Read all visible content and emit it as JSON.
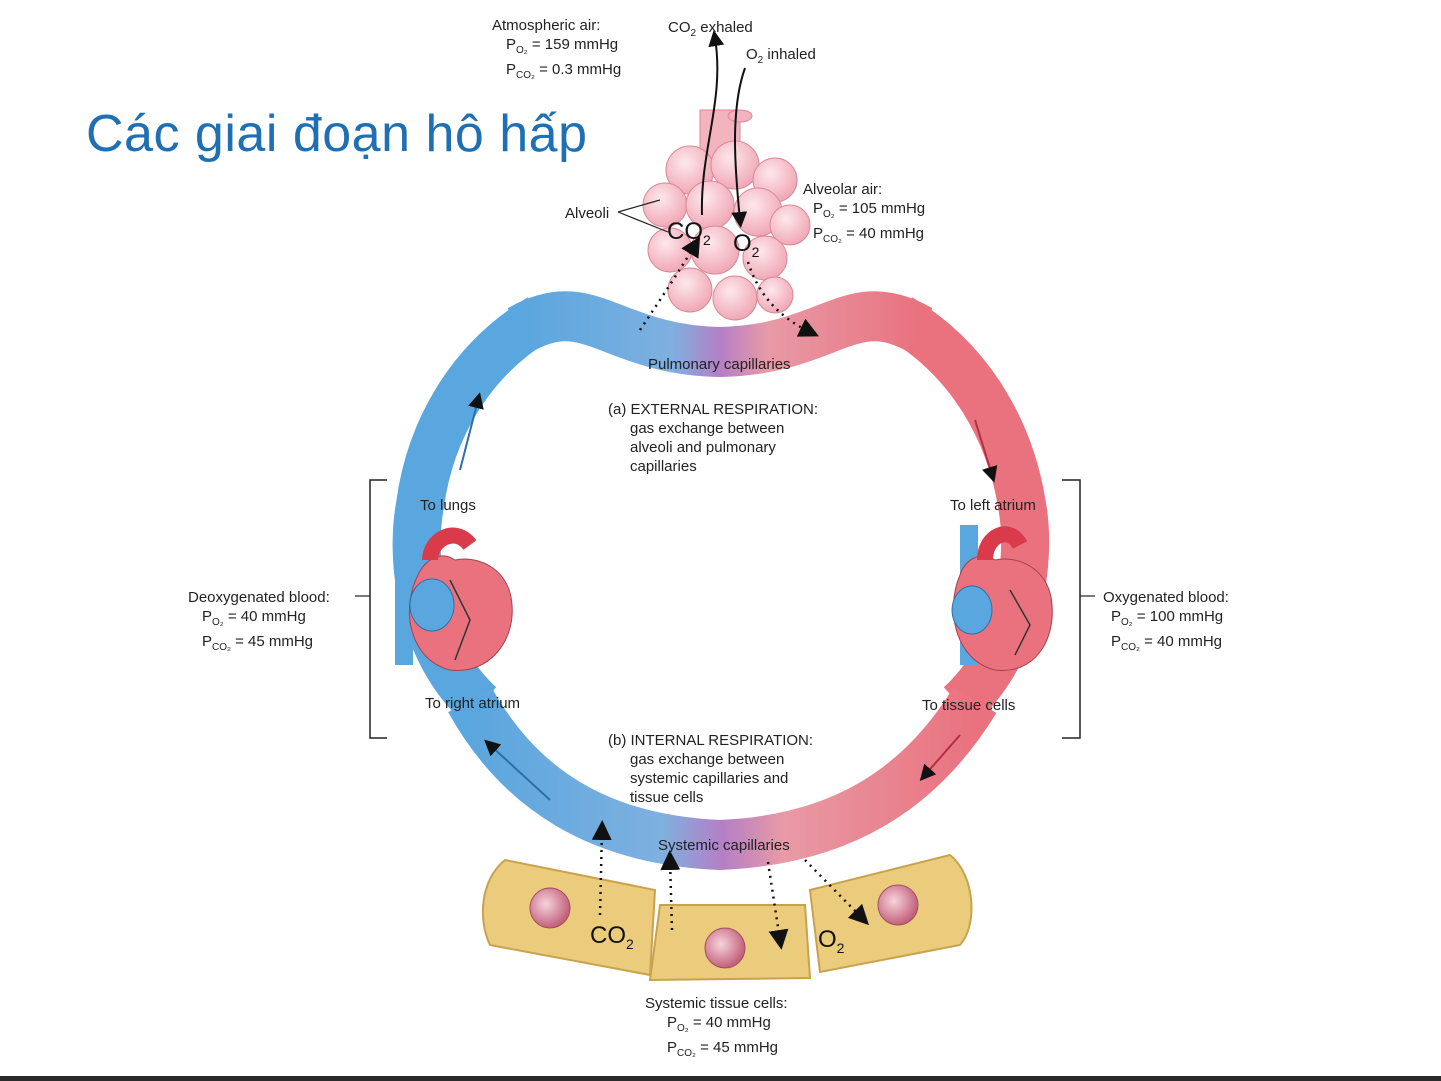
{
  "title": "Các giai đoạn hô hấp",
  "atmospheric": {
    "label": "Atmospheric air:",
    "po2": "= 159 mmHg",
    "pco2": "= 0.3 mmHg"
  },
  "co2_exhaled": "exhaled",
  "o2_inhaled": "inhaled",
  "alveoli_label": "Alveoli",
  "alveolar": {
    "label": "Alveolar air:",
    "po2": "= 105 mmHg",
    "pco2": "= 40 mmHg"
  },
  "pulmonary_caps": "Pulmonary capillaries",
  "external": {
    "title": "(a) EXTERNAL RESPIRATION:",
    "l1": "gas exchange between",
    "l2": "alveoli and pulmonary",
    "l3": "capillaries"
  },
  "to_lungs": "To lungs",
  "to_left_atrium": "To left atrium",
  "to_right_atrium": "To right atrium",
  "to_tissue_cells": "To tissue cells",
  "deoxy": {
    "label": "Deoxygenated blood:",
    "po2": "= 40 mmHg",
    "pco2": "= 45 mmHg"
  },
  "oxy": {
    "label": "Oxygenated blood:",
    "po2": "= 100 mmHg",
    "pco2": "= 40 mmHg"
  },
  "internal": {
    "title": "(b) INTERNAL RESPIRATION:",
    "l1": "gas exchange between",
    "l2": "systemic capillaries and",
    "l3": "tissue cells"
  },
  "systemic_caps": "Systemic capillaries",
  "tissue": {
    "label": "Systemic tissue cells:",
    "po2": "= 40 mmHg",
    "pco2": "= 45 mmHg"
  },
  "colors": {
    "venous": "#5aa6de",
    "arterial": "#e9727e",
    "capillary": "#b47fc6",
    "title": "#1f6fb5",
    "cell": "#ebcb7c"
  }
}
